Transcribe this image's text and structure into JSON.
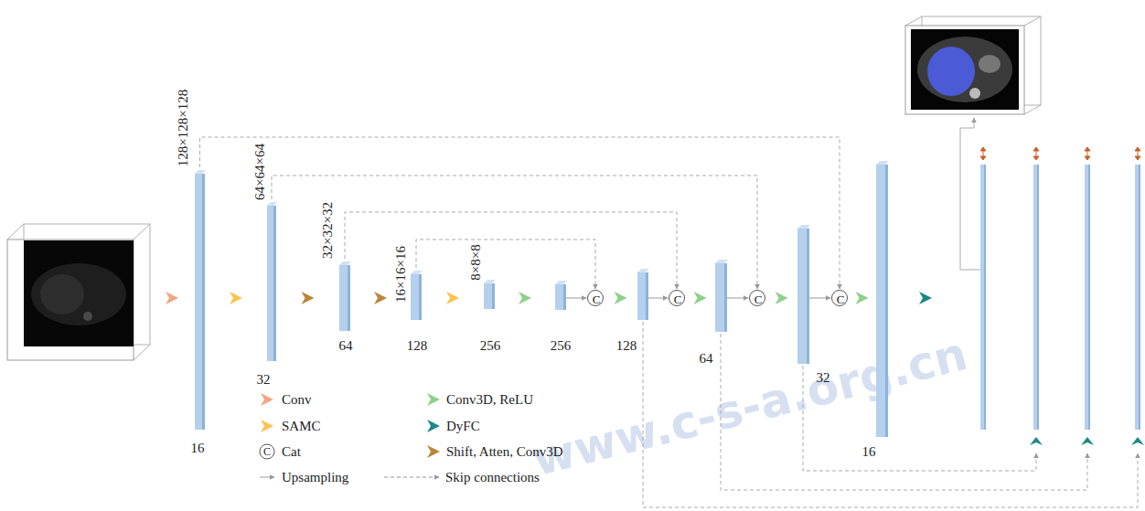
{
  "diagram": {
    "nodes": [
      {
        "text": [
          "128×128×128",
          "16"
        ]
      },
      {
        "text": [
          "64×64×64",
          "32"
        ]
      },
      {
        "text": [
          "32×32×32",
          "64"
        ]
      },
      {
        "text": [
          "16×16×16",
          "128"
        ]
      },
      {
        "text": [
          "8×8×8",
          "256"
        ]
      },
      {
        "text": [
          "256"
        ]
      },
      {
        "text": [
          "C"
        ]
      },
      {
        "text": [
          "128"
        ]
      },
      {
        "text": [
          "C"
        ]
      },
      {
        "text": [
          "64"
        ]
      },
      {
        "text": [
          "C"
        ]
      },
      {
        "text": [
          "32"
        ]
      },
      {
        "text": [
          "C"
        ]
      },
      {
        "text": [
          "16"
        ]
      }
    ],
    "edges": [
      {
        "from": 0,
        "to": 1,
        "arrow": "to"
      },
      {
        "from": 1,
        "to": 2,
        "arrow": "to"
      },
      {
        "from": 2,
        "to": 3,
        "arrow": "to"
      },
      {
        "from": 3,
        "to": 4,
        "arrow": "to"
      },
      {
        "from": 4,
        "to": 5,
        "arrow": "to"
      },
      {
        "from": 5,
        "to": 6,
        "arrow": "to"
      },
      {
        "from": 6,
        "to": 7,
        "arrow": "to"
      },
      {
        "from": 7,
        "to": 8,
        "arrow": "to"
      },
      {
        "from": 8,
        "to": 9,
        "arrow": "to"
      },
      {
        "from": 9,
        "to": 10,
        "arrow": "to"
      },
      {
        "from": 10,
        "to": 11,
        "arrow": "to"
      },
      {
        "from": 11,
        "to": 12,
        "arrow": "to"
      },
      {
        "from": 12,
        "to": 13,
        "arrow": "to"
      },
      {
        "from": 0,
        "to": 12,
        "arrow": "to"
      },
      {
        "from": 1,
        "to": 10,
        "arrow": "to"
      },
      {
        "from": 2,
        "to": 8,
        "arrow": "to"
      },
      {
        "from": 3,
        "to": 6,
        "arrow": "to"
      }
    ],
    "labels": [
      "C",
      "www.c-s-a.org.cn"
    ],
    "legend": [
      {
        "text": "Conv",
        "color": "#f4a582"
      },
      {
        "text": "Conv3D, ReLU",
        "color": "#8fd18a"
      },
      {
        "text": "SAMC",
        "color": "#fcc44f"
      },
      {
        "text": "DyFC",
        "color": "#1b8a86"
      },
      {
        "text": "Cat"
      },
      {
        "text": "Shift, Atten, Conv3D",
        "color": "#b8873a"
      },
      {
        "text": "Upsampling"
      },
      {
        "text": "Skip connections"
      }
    ]
  }
}
